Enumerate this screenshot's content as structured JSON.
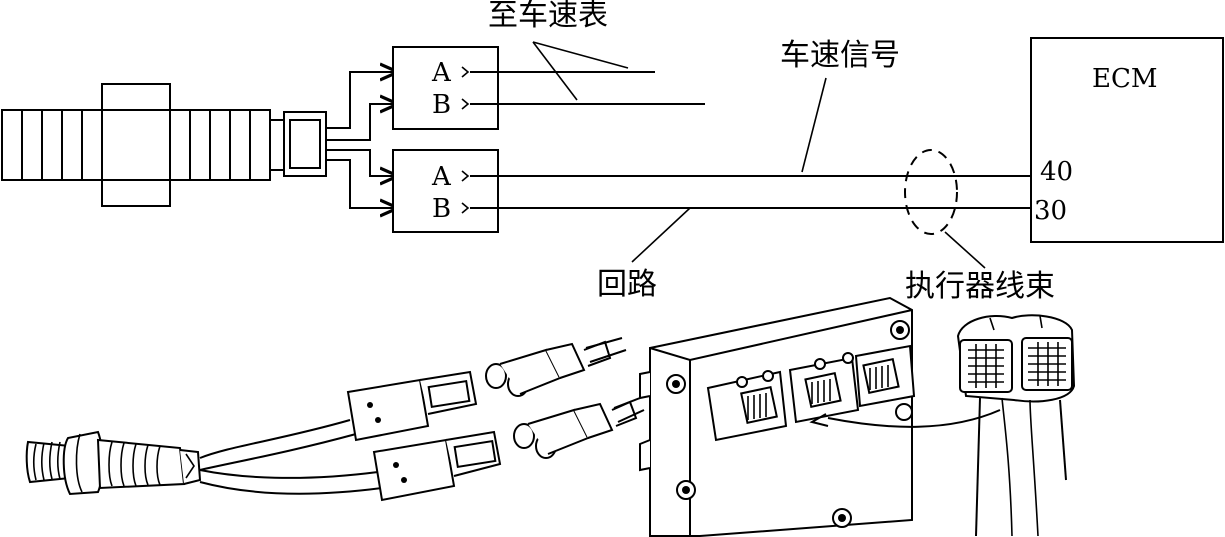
{
  "labels": {
    "to_speedometer": "至车速表",
    "speed_signal": "车速信号",
    "ecm": "ECM",
    "pin_40": "40",
    "pin_30": "30",
    "return_line": "回路",
    "actuator_harness": "执行器线束"
  },
  "connectors": {
    "upper": {
      "pin_a": "A",
      "pin_b": "B"
    },
    "lower": {
      "pin_a": "A",
      "pin_b": "B"
    }
  }
}
